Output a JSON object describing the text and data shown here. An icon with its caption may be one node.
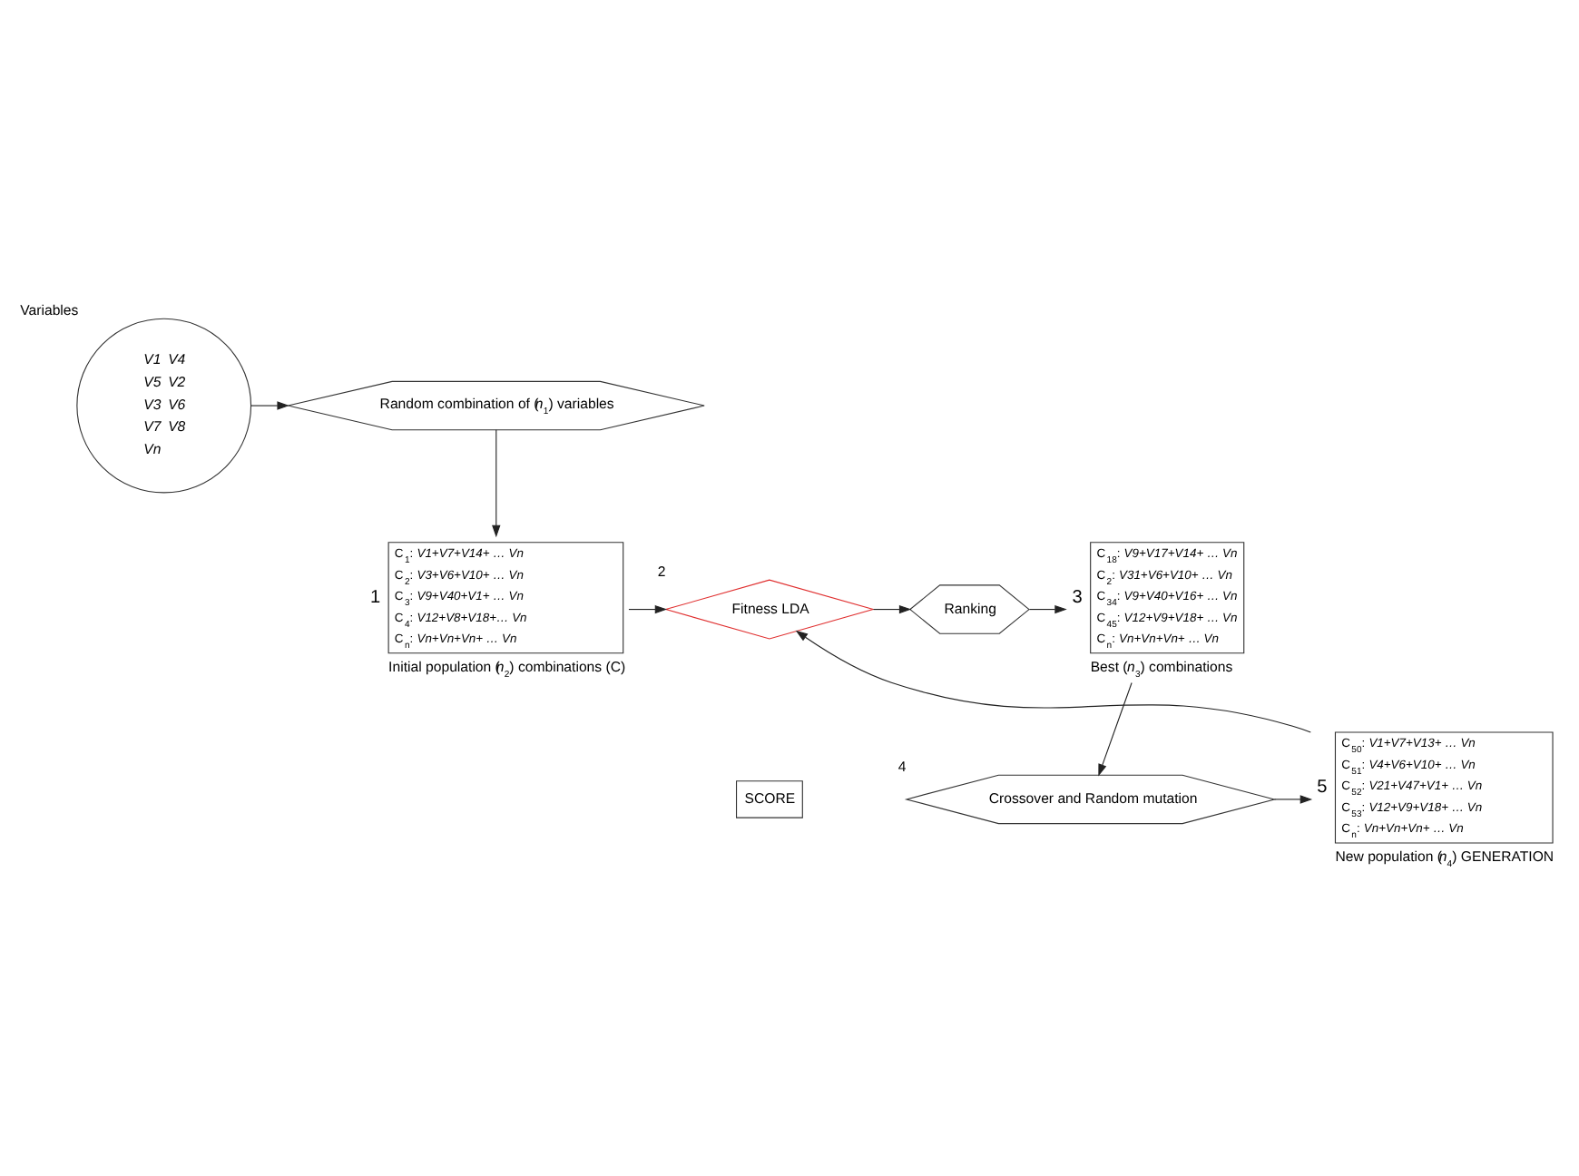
{
  "diagram": {
    "nodes": [
      {
        "text": [
          "Random combination of (*n*$_{1}$) variables"
        ]
      },
      {
        "text": [
          "V1",
          "V4",
          "V5",
          "V2",
          "V3",
          "V6",
          "V7",
          "V8",
          "Vn"
        ],
        "beside": [
          "Variables"
        ]
      },
      {
        "text": [
          "C$_{1}$: *V1+V7+V14+ … Vn*",
          "C$_{2}$: *V3+V6+V10+ … Vn*",
          "C$_{3}$: *V9+V40+V1+ … Vn*",
          "C$_{4}$: *V12+V8+V18+… Vn*",
          "C$_{n}$: *Vn+Vn+Vn+ … Vn*"
        ],
        "beside": [
          "1",
          "Initial population (*n*$_{2}$) combinations (C)"
        ]
      },
      {
        "text": [
          "Fitness LDA"
        ],
        "beside": [
          "2"
        ]
      },
      {
        "text": [
          "SCORE"
        ]
      },
      {
        "text": [
          "Ranking"
        ]
      },
      {
        "text": [
          "C$_{18}$: *V9+V17+V14+ … Vn*",
          "C$_{2}$: *V31+V6+V10+ … Vn*",
          "C$_{34}$: *V9+V40+V16+ … Vn*",
          "C$_{45}$: *V12+V9+V18+ … Vn*",
          "C$_{n}$: *Vn+Vn+Vn+ … Vn*"
        ],
        "beside": [
          "3",
          "Best (*n*$_{3}$) combinations"
        ]
      },
      {
        "text": [
          "Crossover and Random mutation"
        ],
        "beside": [
          "4"
        ]
      },
      {
        "text": [
          "C$_{50}$: *V1+V7+V13+ … Vn*",
          "C$_{51}$: *V4+V6+V10+ … Vn*",
          "C$_{52}$: *V21+V47+V1+ … Vn*",
          "C$_{53}$: *V12+V9+V18+ … Vn*",
          "C$_{n}$: *Vn+Vn+Vn+ … Vn*"
        ],
        "beside": [
          "5",
          "New population (*n*$_{4}$) GENERATION"
        ]
      }
    ],
    "edges": [
      {
        "from": 1,
        "to": 0,
        "arrow": "to"
      },
      {
        "from": 0,
        "to": 2,
        "arrow": "to"
      },
      {
        "from": 2,
        "to": 3,
        "arrow": "to"
      },
      {
        "from": 3,
        "to": 5,
        "arrow": "to"
      },
      {
        "from": 5,
        "to": 6,
        "arrow": "to"
      },
      {
        "from": 6,
        "to": 7,
        "arrow": "to"
      },
      {
        "from": 7,
        "to": 8,
        "arrow": "to"
      },
      {
        "from": 8,
        "to": 3,
        "arrow": "to"
      }
    ]
  }
}
